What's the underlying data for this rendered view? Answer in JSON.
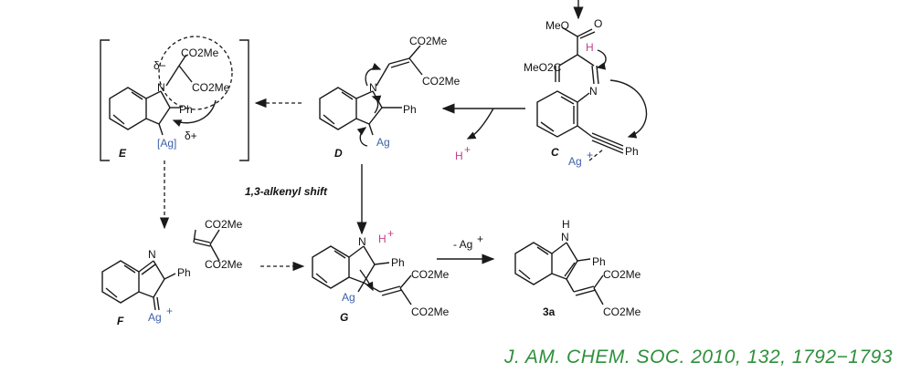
{
  "labels": {
    "E": "E",
    "D": "D",
    "C": "C",
    "F": "F",
    "G": "G",
    "P": "3a",
    "shift": "1,3-alkenyl shift",
    "minus_ag": "- Ag",
    "sup_plus": "+",
    "delta_plus": "δ+",
    "delta_minus": "δ−",
    "h_plus": "H",
    "co2me": "CO2Me",
    "meo2c": "MeO2C",
    "meo": "MeO",
    "ph": "Ph",
    "ag": "Ag",
    "ag_bracket": "[Ag]",
    "N": "N",
    "H": "H",
    "O": "O"
  },
  "citation": "J. AM. CHEM. SOC. 2010, 132, 1792−1793",
  "colors": {
    "silver": "#3d5fa8",
    "proton": "#c0408a",
    "citation": "#2e8f3c"
  }
}
